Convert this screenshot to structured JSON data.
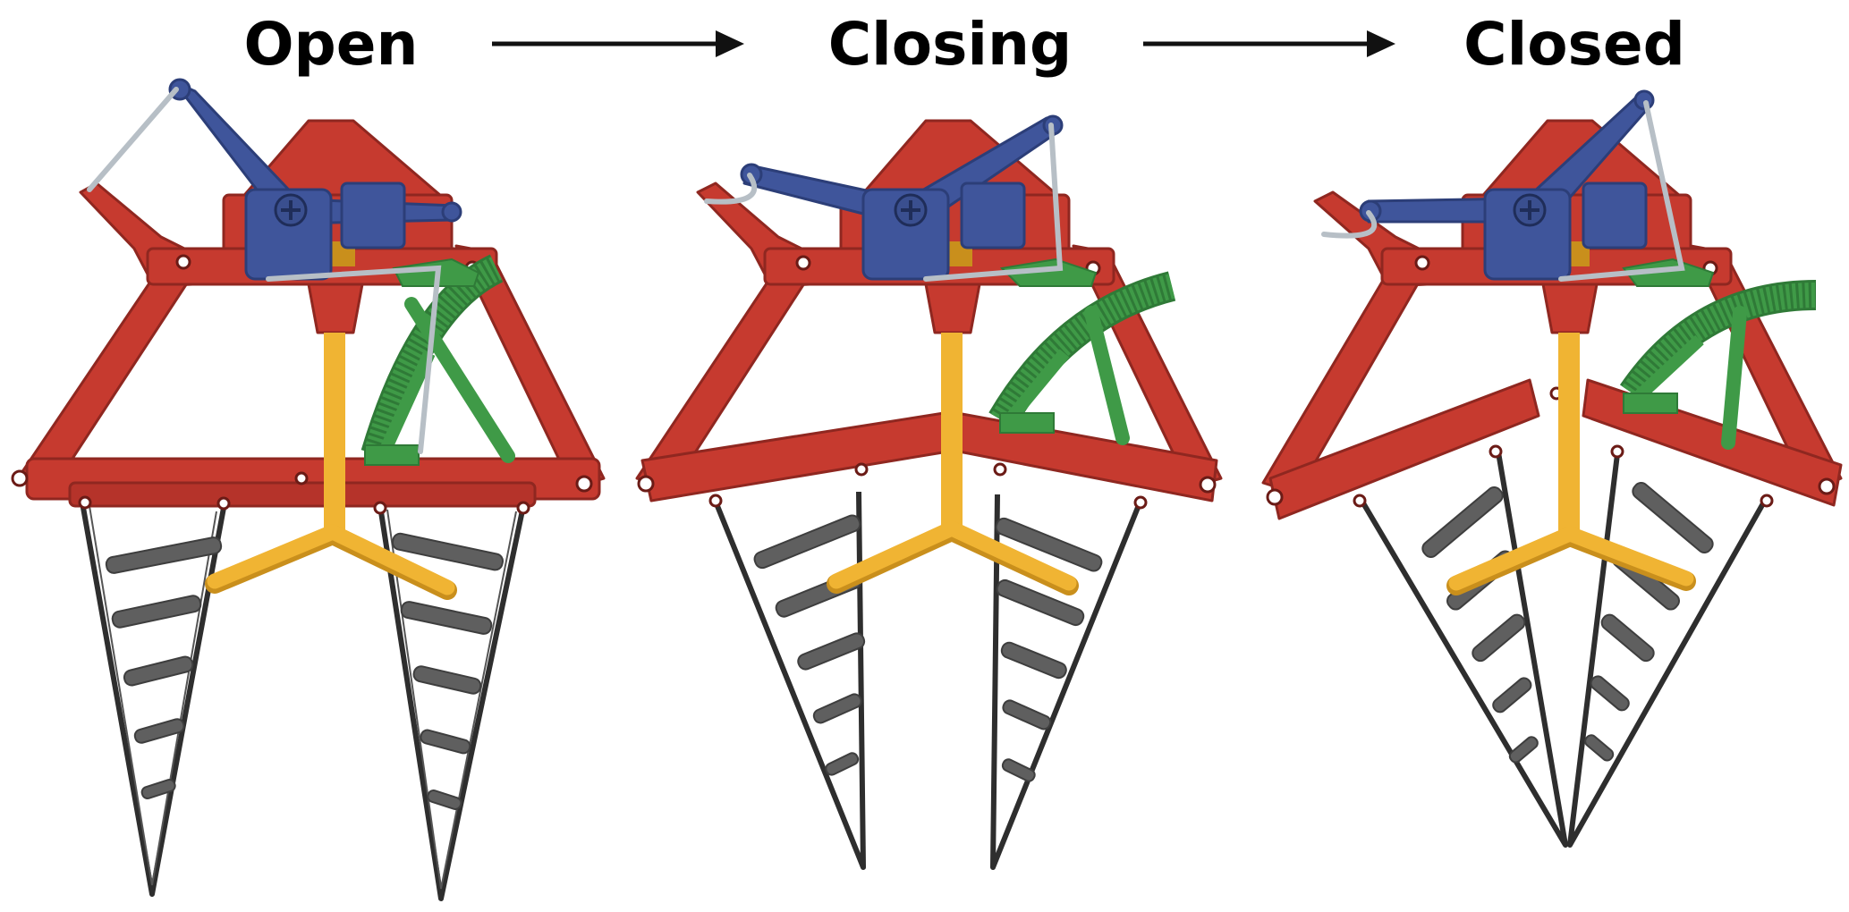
{
  "stages": [
    {
      "label": "Open",
      "state": "open"
    },
    {
      "label": "Closing",
      "state": "closing"
    },
    {
      "label": "Closed",
      "state": "closed"
    }
  ],
  "transitions": [
    "right-arrow",
    "right-arrow"
  ],
  "colors": {
    "frame": "#c63a2f",
    "frame_dark": "#9c2a22",
    "lever": "#3f559b",
    "lever_dark": "#2c3e78",
    "gear": "#3f9a47",
    "gear_dark": "#2f7a37",
    "rod": "#f0b433",
    "rod_dark": "#c98f1c",
    "cable": "#b7bfc6",
    "finger": "#3a3a3a",
    "pad": "#6a6a6a",
    "arrow": "#111111",
    "background": "#ffffff"
  },
  "icons": [
    "right-arrow-icon",
    "screw-icon"
  ]
}
